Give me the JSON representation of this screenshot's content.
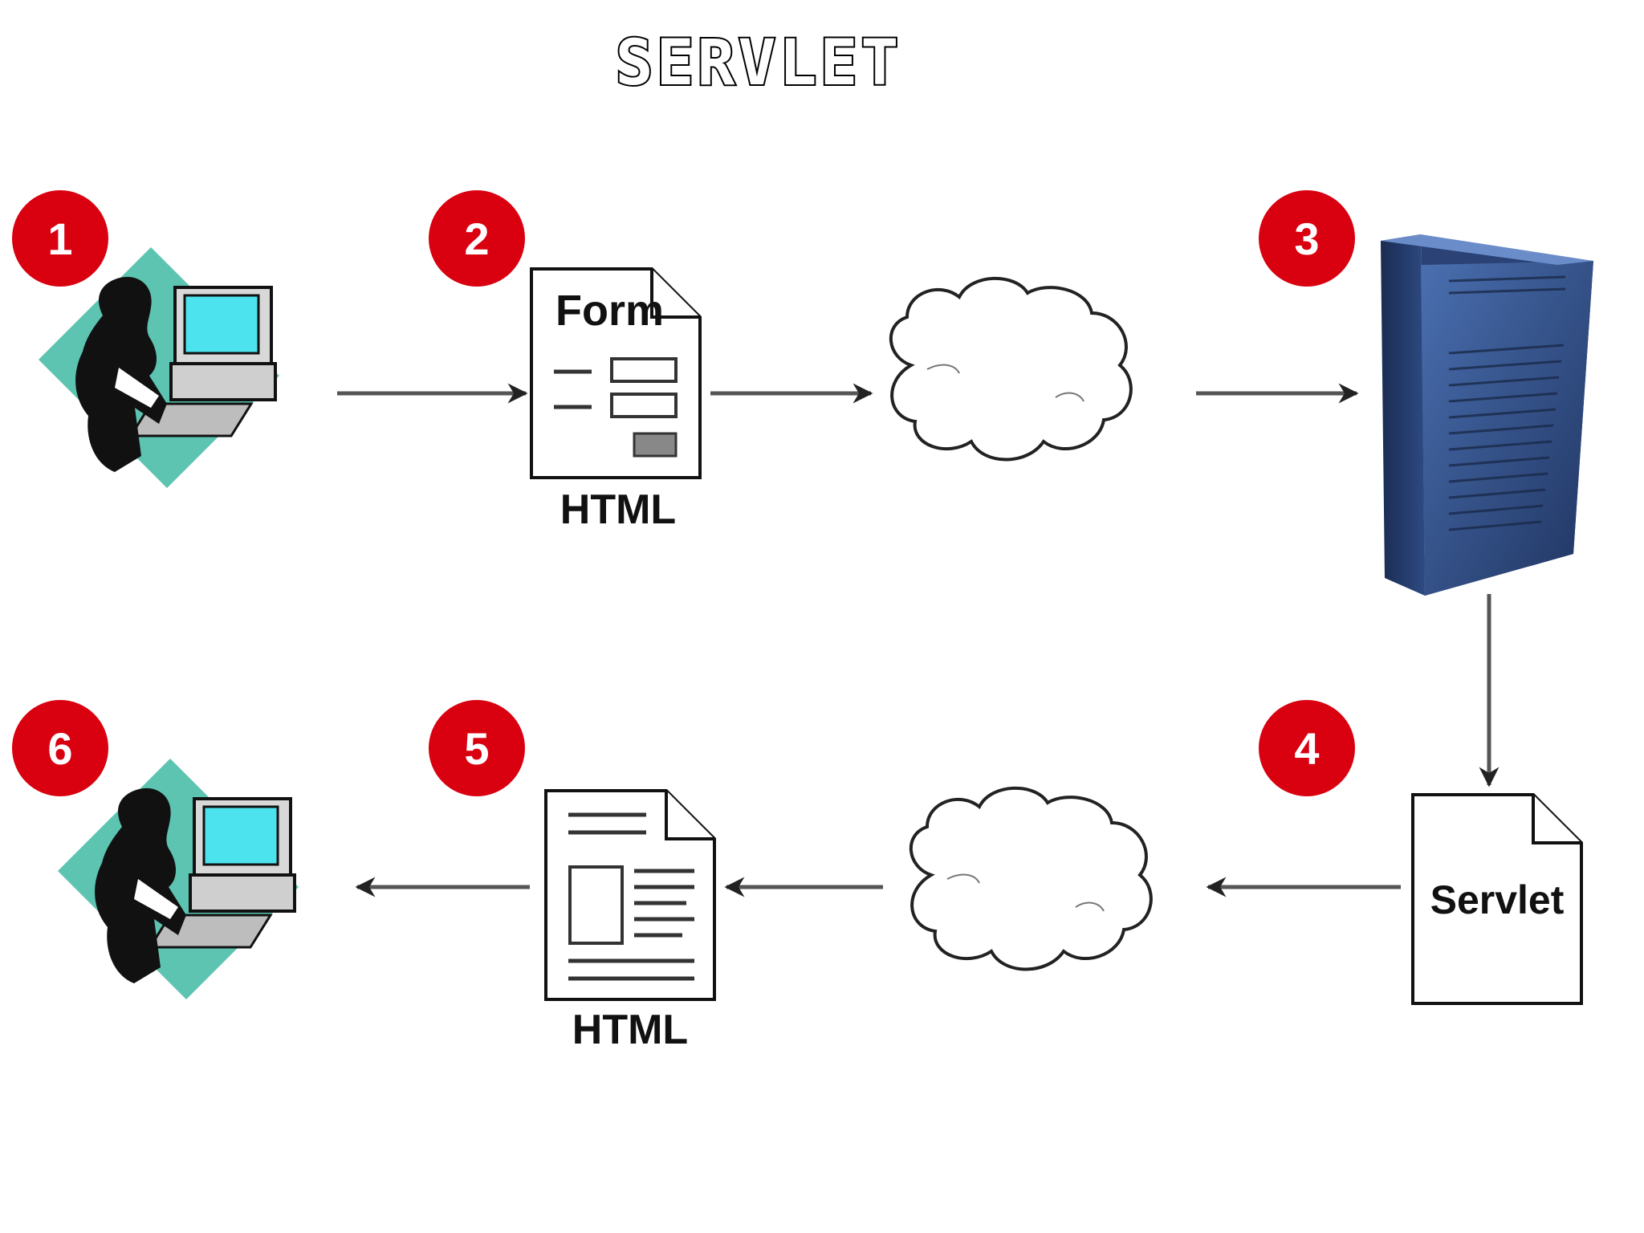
{
  "title": "SERVLET",
  "steps": [
    {
      "number": "1"
    },
    {
      "number": "2"
    },
    {
      "number": "3"
    },
    {
      "number": "4"
    },
    {
      "number": "5"
    },
    {
      "number": "6"
    }
  ],
  "form_document": {
    "inner_label": "Form",
    "caption": "HTML"
  },
  "response_document": {
    "caption": "HTML"
  },
  "servlet_document": {
    "inner_label": "Servlet"
  },
  "colors": {
    "badge_red": "#d90010",
    "user_backdrop": "#5cc4b0",
    "monitor_screen": "#4de3ee",
    "server_blue": "#2f4f86",
    "arrow_gray": "#555555"
  },
  "icons": [
    "user-computer-icon",
    "form-document-icon",
    "cloud-icon",
    "server-icon",
    "servlet-document-icon",
    "html-document-icon"
  ]
}
